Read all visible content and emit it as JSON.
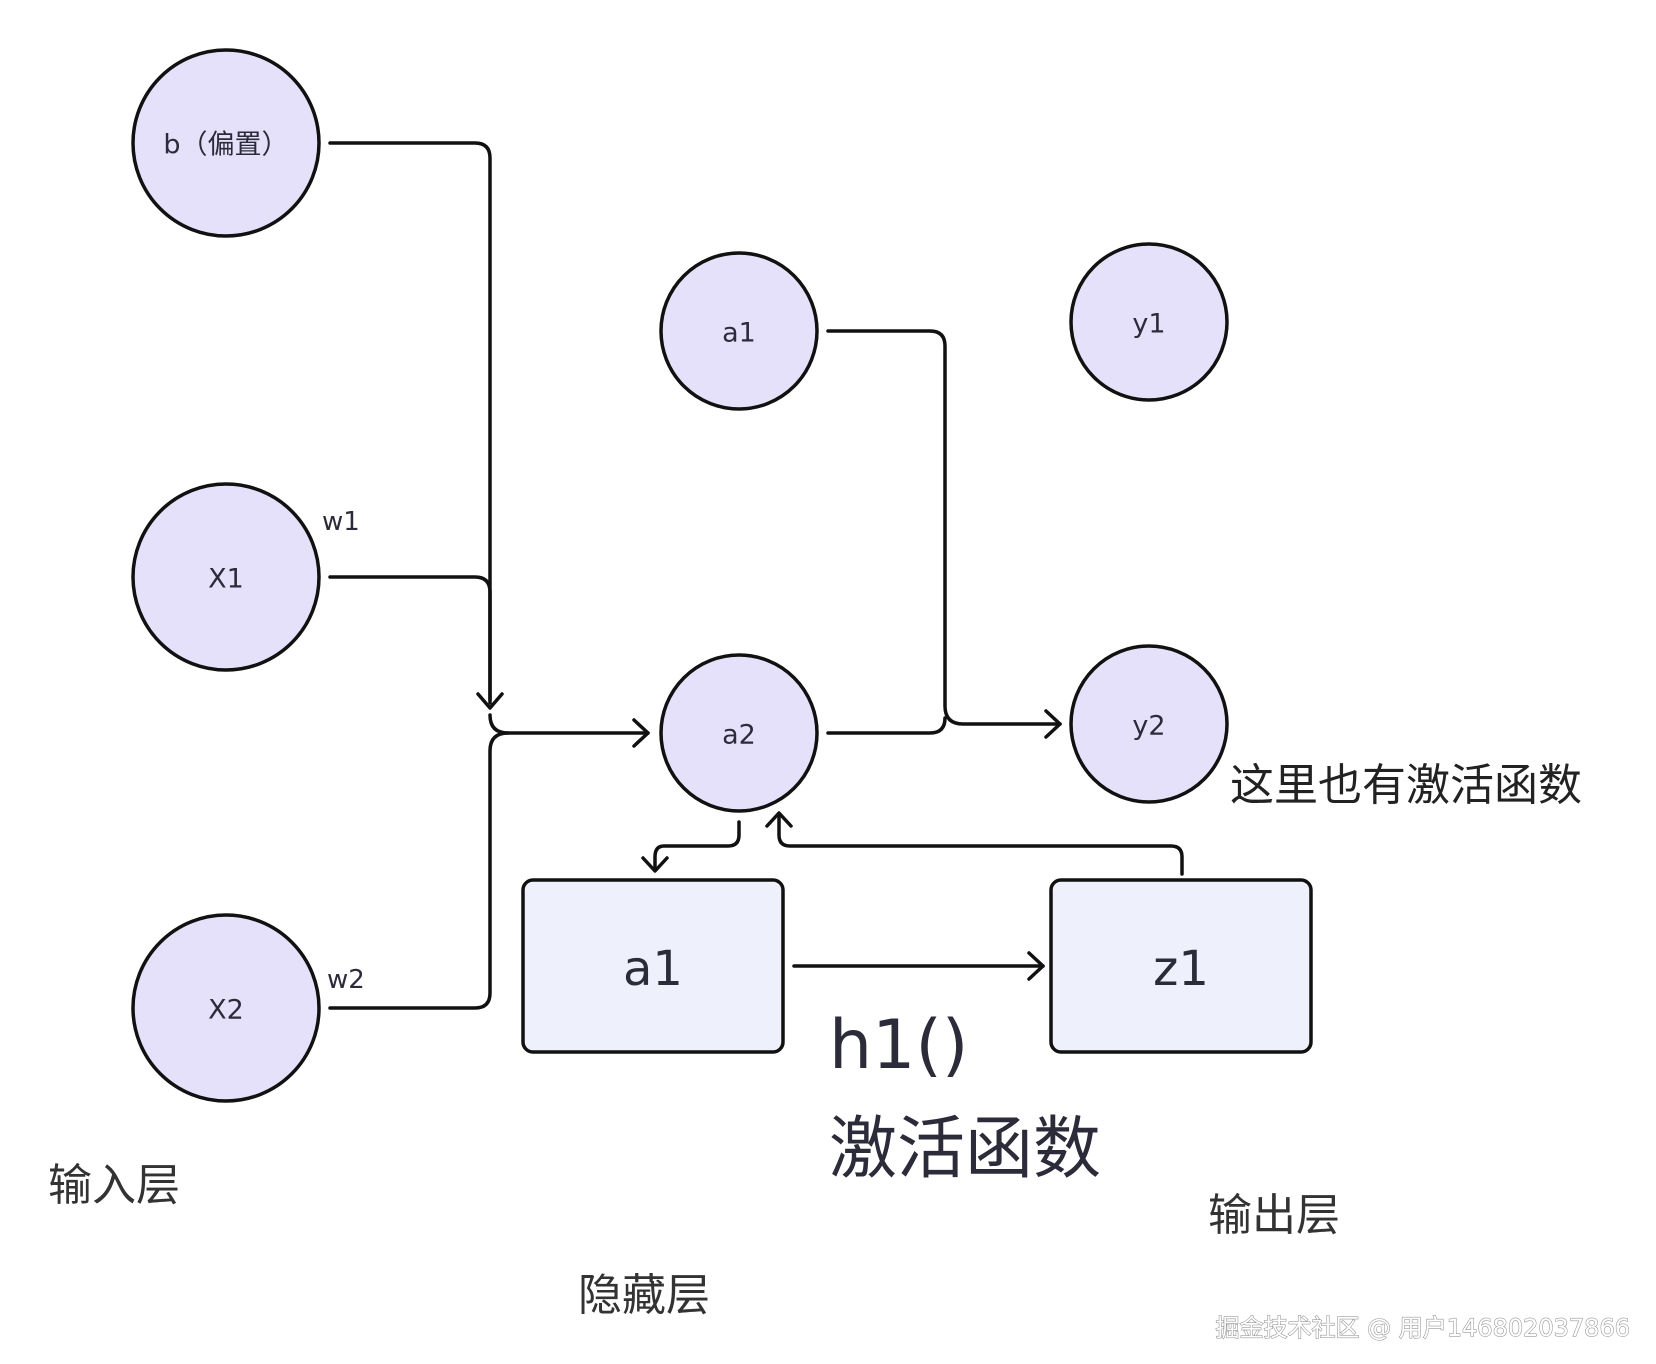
{
  "nodes": {
    "bias": "b（偏置）",
    "x1": "X1",
    "x2": "X2",
    "a1": "a1",
    "a2": "a2",
    "y1": "y1",
    "y2": "y2"
  },
  "weights": {
    "w1": "w1",
    "w2": "w2"
  },
  "boxes": {
    "input": "a1",
    "output": "z1"
  },
  "activation": {
    "function": "h1()",
    "label": "激活函数"
  },
  "notes": {
    "output_activation": "这里也有激活函数"
  },
  "layers": {
    "input": "输入层",
    "hidden": "隐藏层",
    "output": "输出层"
  },
  "watermark": "掘金技术社区 @ 用户146802037866",
  "colors": {
    "node_fill": "#e6e1fa",
    "box_fill": "#eef0fb",
    "stroke": "#111111"
  }
}
